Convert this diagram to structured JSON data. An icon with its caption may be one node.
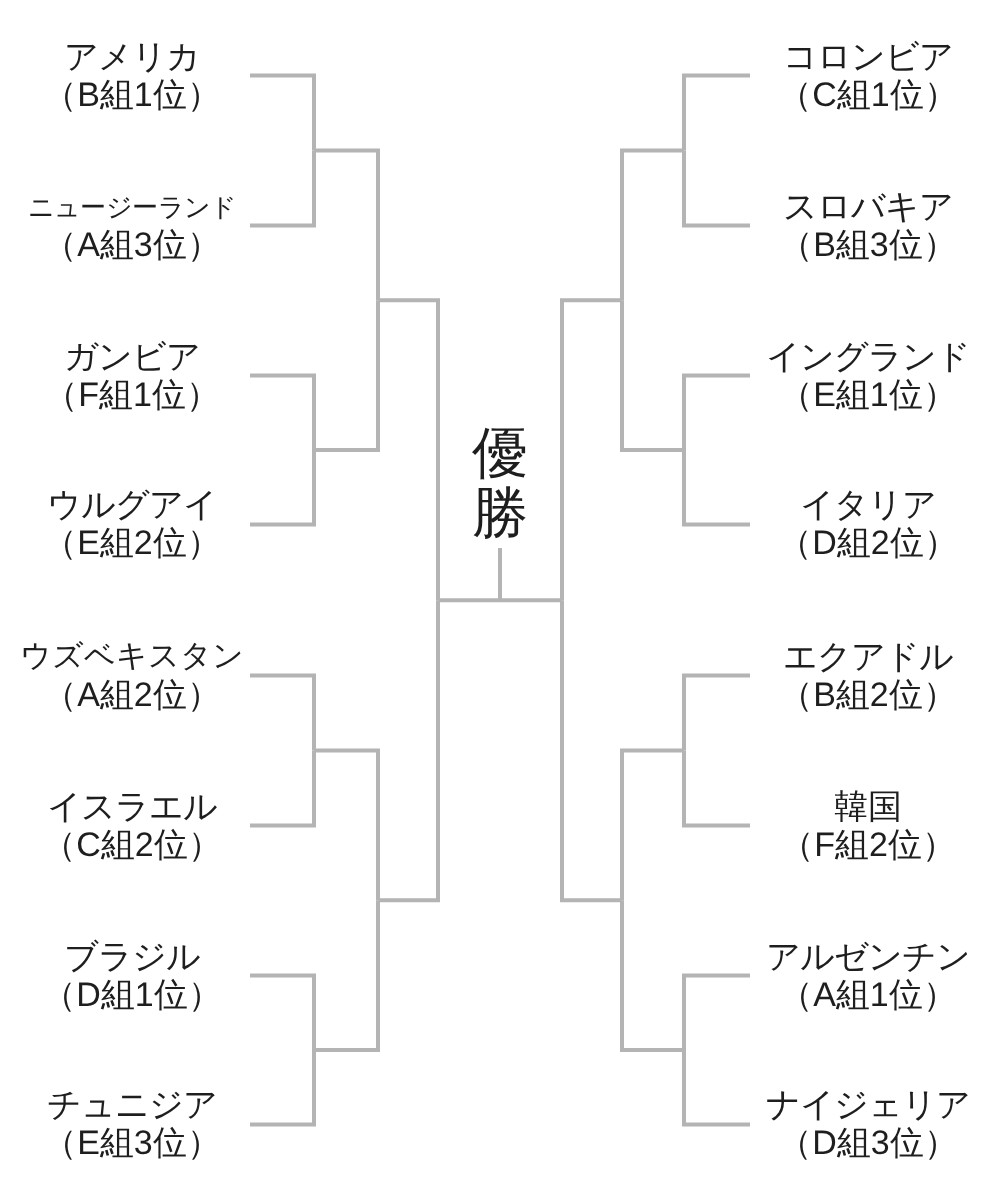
{
  "diagram": {
    "nodes": [
      {
        "text": [
          "アメリカ",
          "（B組1位）"
        ]
      },
      {
        "text": [
          "ニュージーランド",
          "（A組3位）"
        ]
      },
      {
        "text": [
          "ガンビア",
          "（F組1位）"
        ]
      },
      {
        "text": [
          "ウルグアイ",
          "（E組2位）"
        ]
      },
      {
        "text": [
          "ウズベキスタン",
          "（A組2位）"
        ]
      },
      {
        "text": [
          "イスラエル",
          "（C組2位）"
        ]
      },
      {
        "text": [
          "ブラジル",
          "（D組1位）"
        ]
      },
      {
        "text": [
          "チュニジア",
          "（E組3位）"
        ]
      },
      {
        "text": [
          "コロンビア",
          "（C組1位）"
        ]
      },
      {
        "text": [
          "スロバキア",
          "（B組3位）"
        ]
      },
      {
        "text": [
          "イングランド",
          "（E組1位）"
        ]
      },
      {
        "text": [
          "イタリア",
          "（D組2位）"
        ]
      },
      {
        "text": [
          "エクアドル",
          "（B組2位）"
        ]
      },
      {
        "text": [
          "韓国",
          "（F組2位）"
        ]
      },
      {
        "text": [
          "アルゼンチン",
          "（A組1位）"
        ]
      },
      {
        "text": [
          "ナイジェリア",
          "（D組3位）"
        ]
      },
      {
        "text": [
          "優勝"
        ]
      }
    ],
    "edges": [
      {
        "from": 0,
        "to": 16,
        "arrow": "none"
      },
      {
        "from": 1,
        "to": 16,
        "arrow": "none"
      },
      {
        "from": 2,
        "to": 16,
        "arrow": "none"
      },
      {
        "from": 3,
        "to": 16,
        "arrow": "none"
      },
      {
        "from": 4,
        "to": 16,
        "arrow": "none"
      },
      {
        "from": 5,
        "to": 16,
        "arrow": "none"
      },
      {
        "from": 6,
        "to": 16,
        "arrow": "none"
      },
      {
        "from": 7,
        "to": 16,
        "arrow": "none"
      },
      {
        "from": 8,
        "to": 16,
        "arrow": "none"
      },
      {
        "from": 9,
        "to": 16,
        "arrow": "none"
      },
      {
        "from": 10,
        "to": 16,
        "arrow": "none"
      },
      {
        "from": 11,
        "to": 16,
        "arrow": "none"
      },
      {
        "from": 12,
        "to": 16,
        "arrow": "none"
      },
      {
        "from": 13,
        "to": 16,
        "arrow": "none"
      },
      {
        "from": 14,
        "to": 16,
        "arrow": "none"
      },
      {
        "from": 15,
        "to": 16,
        "arrow": "none"
      }
    ]
  }
}
